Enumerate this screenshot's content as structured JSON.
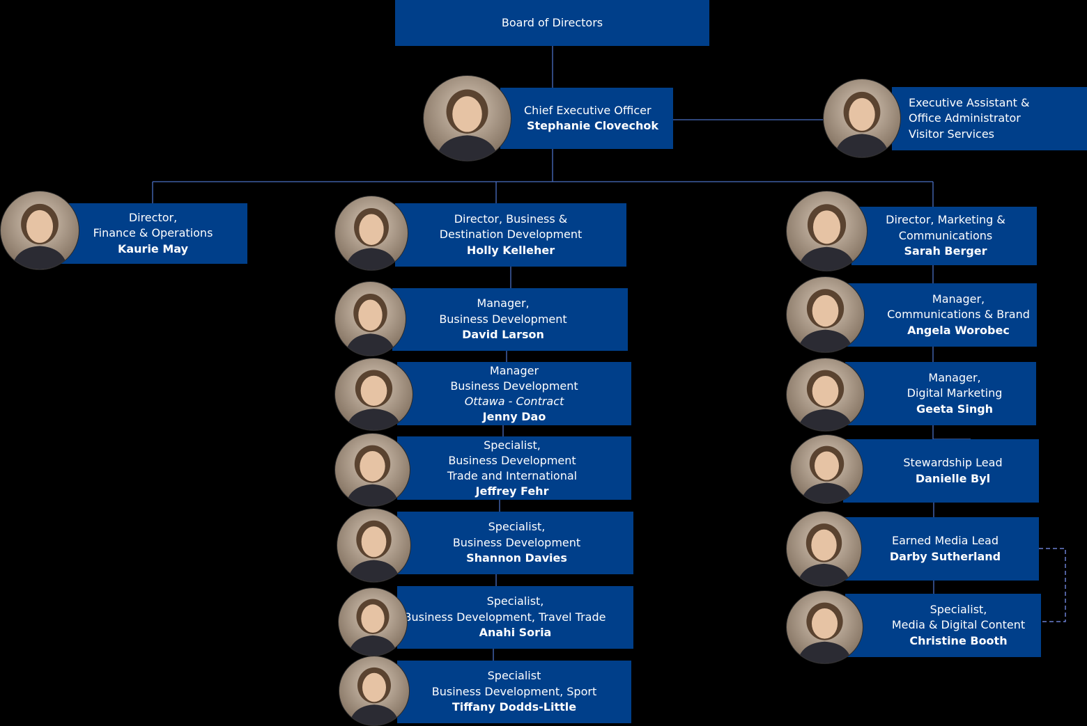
{
  "board": {
    "title": "Board of Directors"
  },
  "ceo": {
    "title": "Chief Executive  Officer",
    "name": "Stephanie Clovechok"
  },
  "assistant": {
    "lines": [
      "Executive  Assistant &",
      "Office Administrator",
      "Visitor Services"
    ]
  },
  "finance": {
    "title_lines": [
      "Director,",
      "Finance & Operations"
    ],
    "name": "Kaurie May"
  },
  "business": [
    {
      "lines": [
        "Director, Business &",
        "Destination Development"
      ],
      "name": "Holly Kelleher"
    },
    {
      "lines": [
        "Manager,",
        "Business Development"
      ],
      "name": "David Larson"
    },
    {
      "lines": [
        "Manager",
        "Business Development"
      ],
      "italic": "Ottawa - Contract",
      "name": "Jenny Dao"
    },
    {
      "lines": [
        "Specialist,",
        "Business Development",
        "Trade and International"
      ],
      "name": "Jeffrey Fehr"
    },
    {
      "lines": [
        "Specialist,",
        "Business Development"
      ],
      "name": "Shannon Davies"
    },
    {
      "lines": [
        "Specialist,",
        "Business Development, Travel Trade"
      ],
      "name": "Anahi Soria"
    },
    {
      "lines": [
        "Specialist",
        "Business Development, Sport"
      ],
      "name": "Tiffany Dodds-Little"
    }
  ],
  "marketing": [
    {
      "lines": [
        "Director, Marketing &",
        "Communications"
      ],
      "name": "Sarah Berger"
    },
    {
      "lines": [
        "Manager,",
        "Communications & Brand"
      ],
      "name": "Angela Worobec"
    },
    {
      "lines": [
        "Manager,",
        "Digital Marketing"
      ],
      "name": "Geeta Singh"
    },
    {
      "lines": [
        "Stewardship Lead"
      ],
      "name": "Danielle Byl"
    },
    {
      "lines": [
        "Earned Media Lead"
      ],
      "name": "Darby Sutherland"
    },
    {
      "lines": [
        "Specialist,",
        "Media & Digital Content"
      ],
      "name": "Christine Booth"
    }
  ],
  "colors": {
    "box": "#003f8a",
    "line": "#4a6fc4",
    "background": "#000000",
    "text": "#ffffff"
  }
}
